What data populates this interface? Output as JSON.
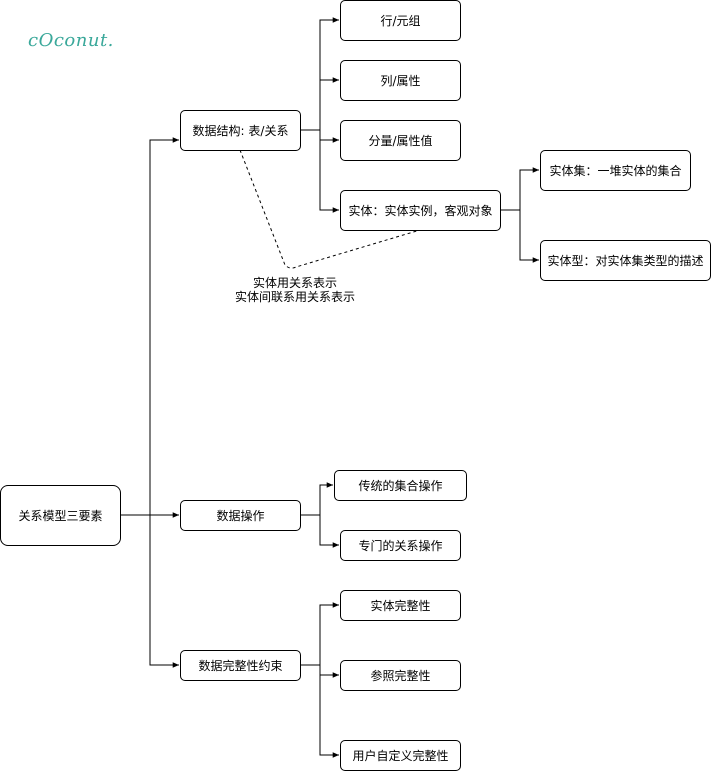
{
  "watermark": "cOconut.",
  "root": "关系模型三要素",
  "l1": {
    "structure": "数据结构: 表/关系",
    "operation": "数据操作",
    "integrity": "数据完整性约束"
  },
  "structure_children": {
    "tuple": "行/元组",
    "column": "列/属性",
    "component": "分量/属性值",
    "entity": "实体：实体实例，客观对象"
  },
  "entity_children": {
    "entity_set": "实体集：一堆实体的集合",
    "entity_type": "实体型：对实体集类型的描述"
  },
  "operation_children": {
    "traditional": "传统的集合操作",
    "special": "专门的关系操作"
  },
  "integrity_children": {
    "entity": "实体完整性",
    "referential": "参照完整性",
    "user_defined": "用户自定义完整性"
  },
  "note": {
    "line1": "实体用关系表示",
    "line2": "实体间联系用关系表示"
  }
}
